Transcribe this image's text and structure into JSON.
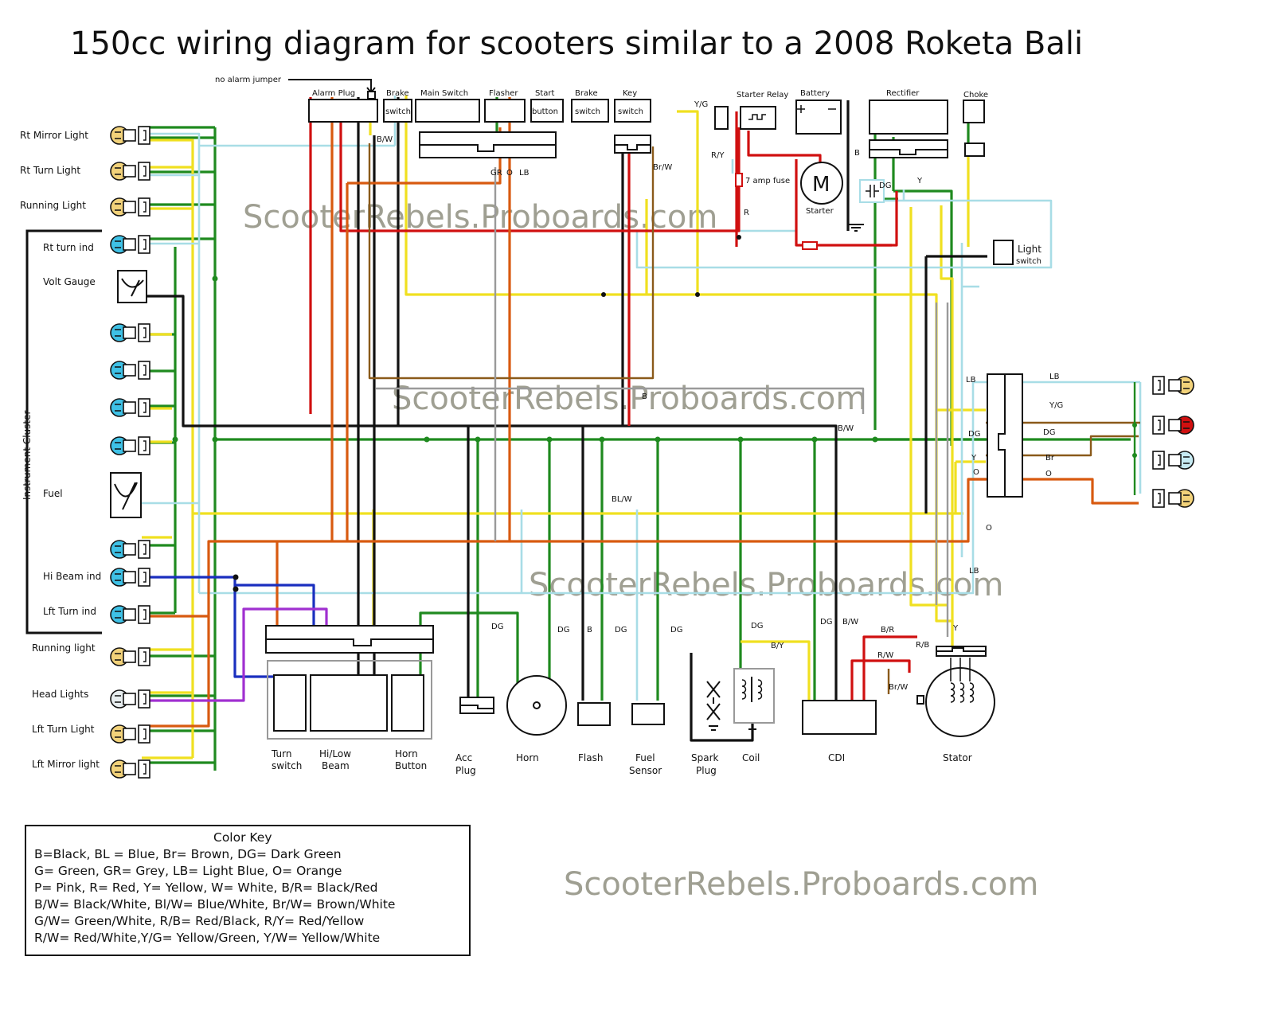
{
  "title": "150cc wiring diagram   for scooters similar to a 2008  Roketa Bali",
  "watermark": "ScooterRebels.Proboards.com",
  "no_alarm_jumper": "no alarm jumper",
  "cluster_label": "Instrument Cluster",
  "left_components": [
    "Rt Mirror Light",
    "Rt Turn Light",
    "Running Light",
    "Rt turn ind",
    "Volt Gauge",
    "Fuel",
    "Hi Beam ind",
    "Lft Turn ind",
    "Running light",
    "Head Lights",
    "Lft Turn Light",
    "Lft Mirror light"
  ],
  "top_components": [
    "Alarm Plug",
    "Brake",
    "switch",
    "Main Switch",
    "Flasher",
    "Start",
    "button",
    "Brake",
    "switch",
    "Key",
    "switch",
    "Starter Relay",
    "Battery",
    "Rectifier",
    "Choke",
    "Starter",
    "7 amp fuse",
    "Light",
    "switch"
  ],
  "bottom_components": [
    "Turn",
    "switch",
    "Hi/Low",
    "Beam",
    "Horn",
    "Button",
    "Acc",
    "Plug",
    "Horn",
    "Flash",
    "Fuel",
    "Sensor",
    "Spark",
    "Plug",
    "Coil",
    "CDI",
    "Stator"
  ],
  "wire_labels": [
    "B/W",
    "GR",
    "O",
    "LB",
    "Br/W",
    "Y/G",
    "R/Y",
    "R",
    "B",
    "DG",
    "Y",
    "B",
    "B/W",
    "BL/W",
    "LB",
    "LB",
    "Y/G",
    "DG",
    "DG",
    "Y",
    "Br",
    "O",
    "O",
    "O",
    "LB",
    "DG",
    "DG",
    "B",
    "DG",
    "DG",
    "DG",
    "B/Y",
    "DG",
    "B/W",
    "B/R",
    "R/W",
    "R/B",
    "Br/W",
    "Y",
    "M"
  ],
  "color_key": {
    "heading": "Color Key",
    "lines": [
      "B=Black,  BL = Blue, Br= Brown, DG= Dark Green",
      "G= Green, GR= Grey, LB= Light Blue, O= Orange",
      "P= Pink, R= Red, Y= Yellow, W= White, B/R= Black/Red",
      "B/W= Black/White, Bl/W= Blue/White,  Br/W= Brown/White",
      "G/W= Green/White, R/B= Red/Black, R/Y= Red/Yellow",
      "R/W= Red/White,Y/G= Yellow/Green, Y/W= Yellow/White"
    ]
  },
  "colors": {
    "green": "#1f8a1f",
    "yellow": "#f0e020",
    "lightblue": "#a8dde6",
    "black": "#111111",
    "red": "#d01010",
    "orange": "#d85a10",
    "brown": "#8a5a1a",
    "grey": "#9a9a9a",
    "blue": "#1a2fbf",
    "purple": "#a030d0",
    "bulb_yellow": "#f2d27a",
    "bulb_blue": "#3ec1e6"
  }
}
